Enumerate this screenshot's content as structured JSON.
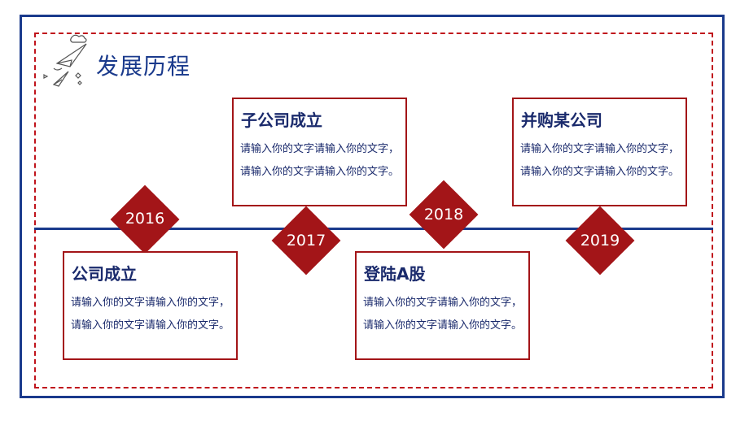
{
  "title": "发展历程",
  "milestones": [
    {
      "year": "2016",
      "heading": "公司成立",
      "body": "请输入你的文字请输入你的文字，请输入你的文字请输入你的文字。"
    },
    {
      "year": "2017",
      "heading": "子公司成立",
      "body": "请输入你的文字请输入你的文字，请输入你的文字请输入你的文字。"
    },
    {
      "year": "2018",
      "heading": "登陆A股",
      "body": "请输入你的文字请输入你的文字，请输入你的文字请输入你的文字。"
    },
    {
      "year": "2019",
      "heading": "并购某公司",
      "body": "请输入你的文字请输入你的文字，请输入你的文字请输入你的文字。"
    }
  ],
  "colors": {
    "navy": "#1a3a8c",
    "red": "#a31518",
    "dashed_red": "#c0141c"
  },
  "icons": {
    "decoration": "paper-planes-icon"
  }
}
